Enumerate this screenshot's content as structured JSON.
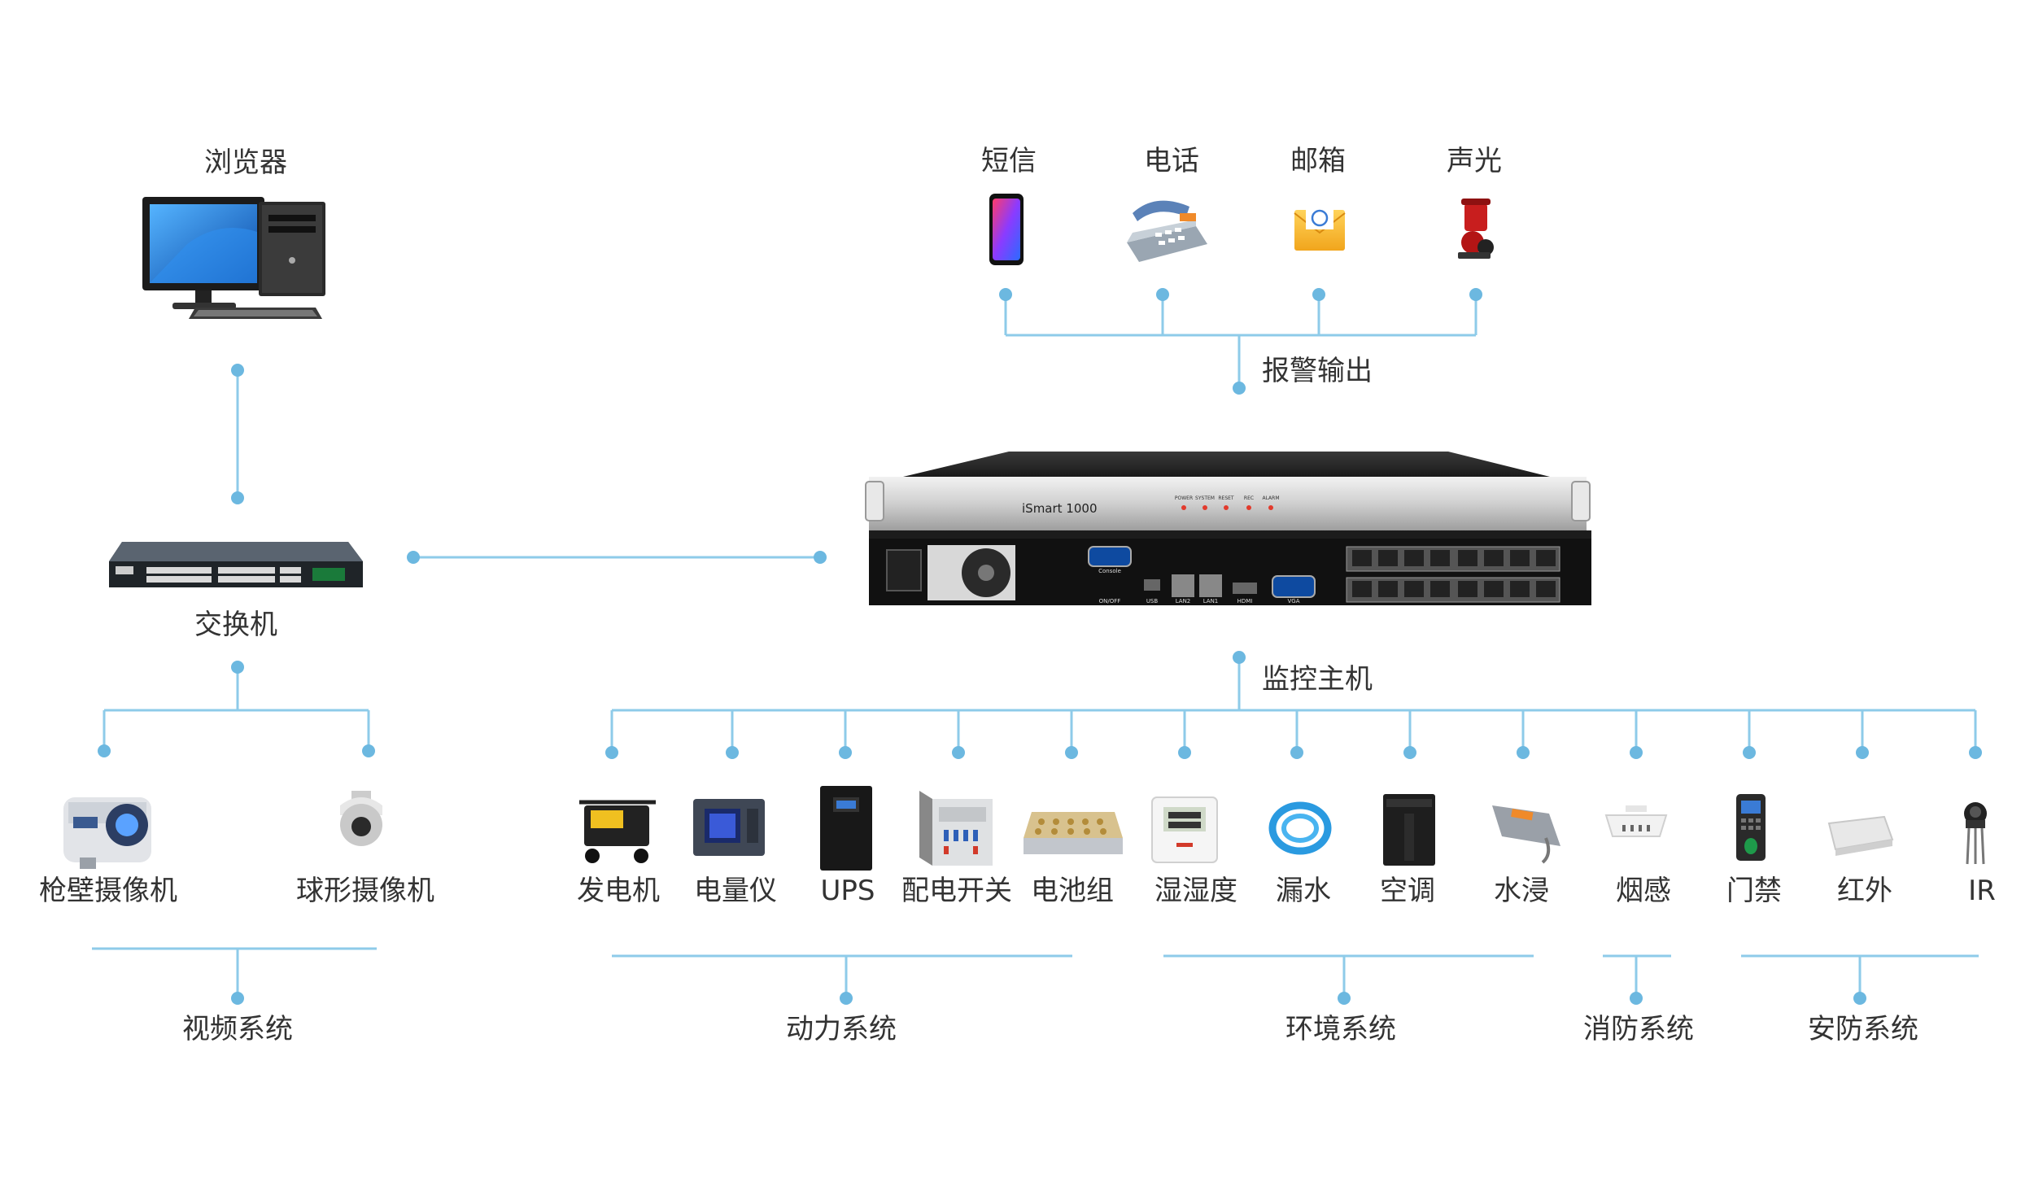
{
  "nodes": {
    "browser": "浏览器",
    "switch": "交换机",
    "host": "监控主机",
    "host_model": "iSmart 1000",
    "alarm_output": "报警输出"
  },
  "alarm": [
    "短信",
    "电话",
    "邮箱",
    "声光"
  ],
  "video_devices": [
    "枪壁摄像机",
    "球形摄像机"
  ],
  "devices": [
    "发电机",
    "电量仪",
    "UPS",
    "配电开关",
    "电池组",
    "湿湿度",
    "漏水",
    "空调",
    "水浸",
    "烟感",
    "门禁",
    "红外",
    "IR"
  ],
  "systems": [
    "视频系统",
    "动力系统",
    "环境系统",
    "消防系统",
    "安防系统"
  ],
  "panel": {
    "leds": [
      "POWER",
      "SYSTEM",
      "RESET",
      "REC",
      "ALARM"
    ],
    "ports": [
      "Console",
      "ON/OFF",
      "USB",
      "LAN2",
      "LAN1",
      "HDMI",
      "VGA"
    ]
  },
  "colors": {
    "line": "#8ecbe9",
    "dot": "#6cb8e0",
    "text": "#333333"
  }
}
